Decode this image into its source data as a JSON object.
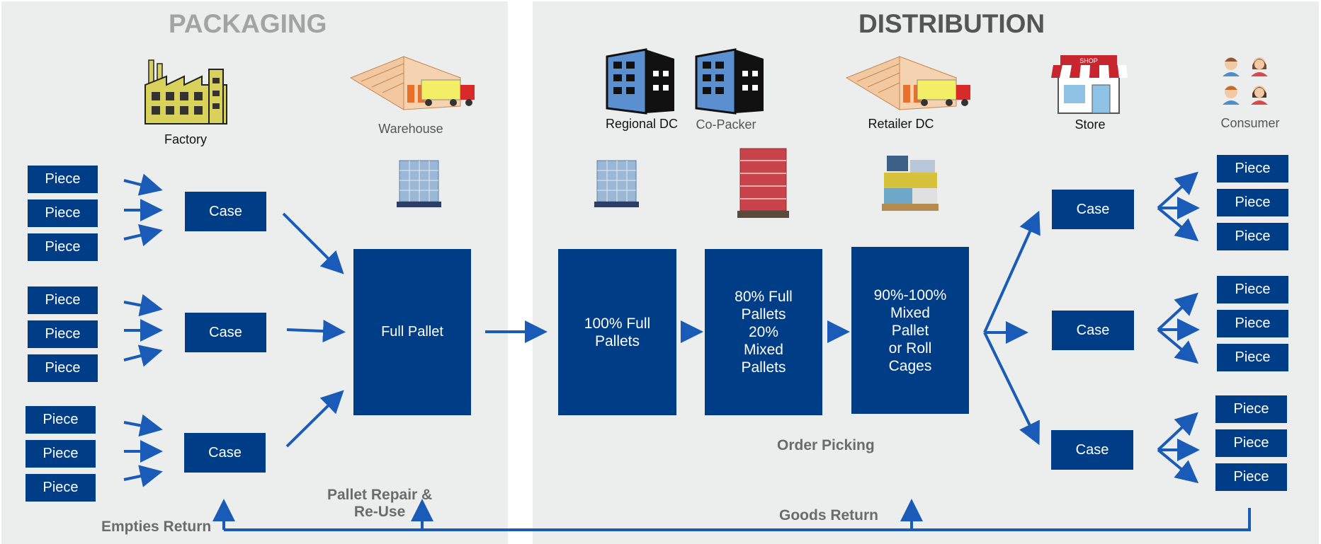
{
  "sections": {
    "packaging": {
      "title": "PACKAGING",
      "color": "#a3a3a3"
    },
    "distribution": {
      "title": "DISTRIBUTION",
      "color": "#555555"
    }
  },
  "nodes": {
    "factory": "Factory",
    "warehouse": "Warehouse",
    "regional_dc": "Regional DC",
    "co_packer": "Co-Packer",
    "retailer_dc": "Retailer DC",
    "store": "Store",
    "store_sign": "SHOP",
    "consumer": "Consumer"
  },
  "boxes": {
    "piece": "Piece",
    "case": "Case",
    "full_pallet": "Full Pallet",
    "regional": "100% Full\nPallets",
    "copacker": "80% Full\nPallets\n20%\nMixed\nPallets",
    "retailer": "90%-100%\nMixed\nPallet\nor Roll\nCages"
  },
  "annotations": {
    "order_picking": "Order Picking",
    "pallet_repair": "Pallet Repair &\nRe-Use",
    "empties_return": "Empties Return",
    "goods_return": "Goods Return"
  },
  "colors": {
    "box_fill": "#003d87",
    "arrow": "#1a5bb8",
    "panel_bg": "#eceeee",
    "annotation_text": "#6b6b6b"
  }
}
